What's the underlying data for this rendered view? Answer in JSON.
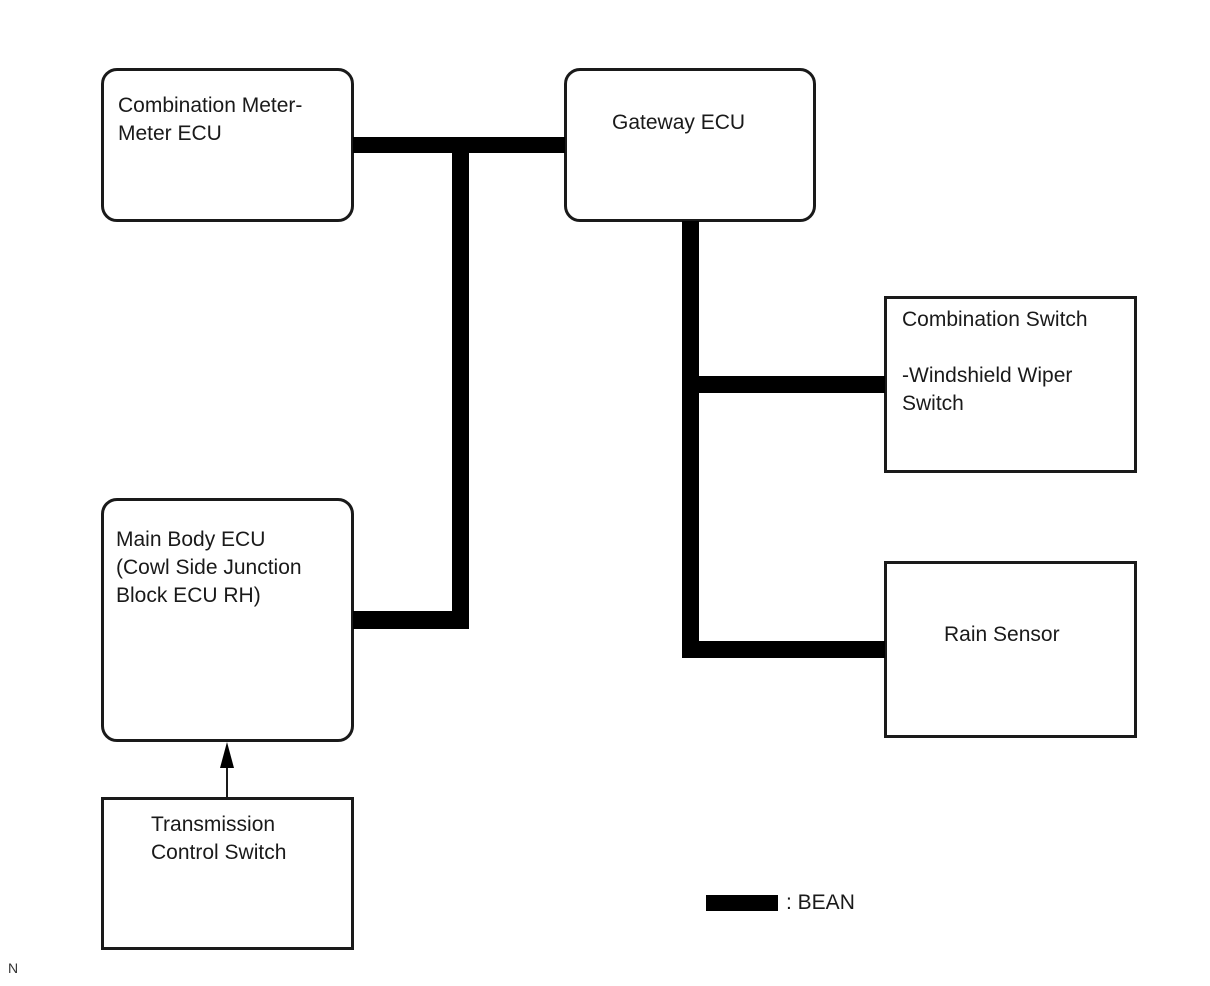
{
  "nodes": {
    "combination_meter": {
      "label": "Combination Meter-\nMeter ECU"
    },
    "gateway_ecu": {
      "label": "Gateway ECU"
    },
    "combination_switch": {
      "label": "Combination Switch\n\n-Windshield Wiper\nSwitch"
    },
    "rain_sensor": {
      "label": "Rain Sensor"
    },
    "main_body_ecu": {
      "label": "Main Body ECU\n(Cowl Side Junction\nBlock ECU RH)"
    },
    "transmission_control_switch": {
      "label": "Transmission\nControl Switch"
    }
  },
  "connections": [
    {
      "from": "combination_meter",
      "to": "gateway_ecu",
      "type": "BEAN"
    },
    {
      "from": "main_body_ecu",
      "to": "gateway_ecu",
      "type": "BEAN"
    },
    {
      "from": "gateway_ecu",
      "to": "combination_switch",
      "type": "BEAN"
    },
    {
      "from": "gateway_ecu",
      "to": "rain_sensor",
      "type": "BEAN"
    },
    {
      "from": "transmission_control_switch",
      "to": "main_body_ecu",
      "type": "signal-arrow"
    }
  ],
  "legend": {
    "text": ": BEAN"
  },
  "figure_code": "N"
}
